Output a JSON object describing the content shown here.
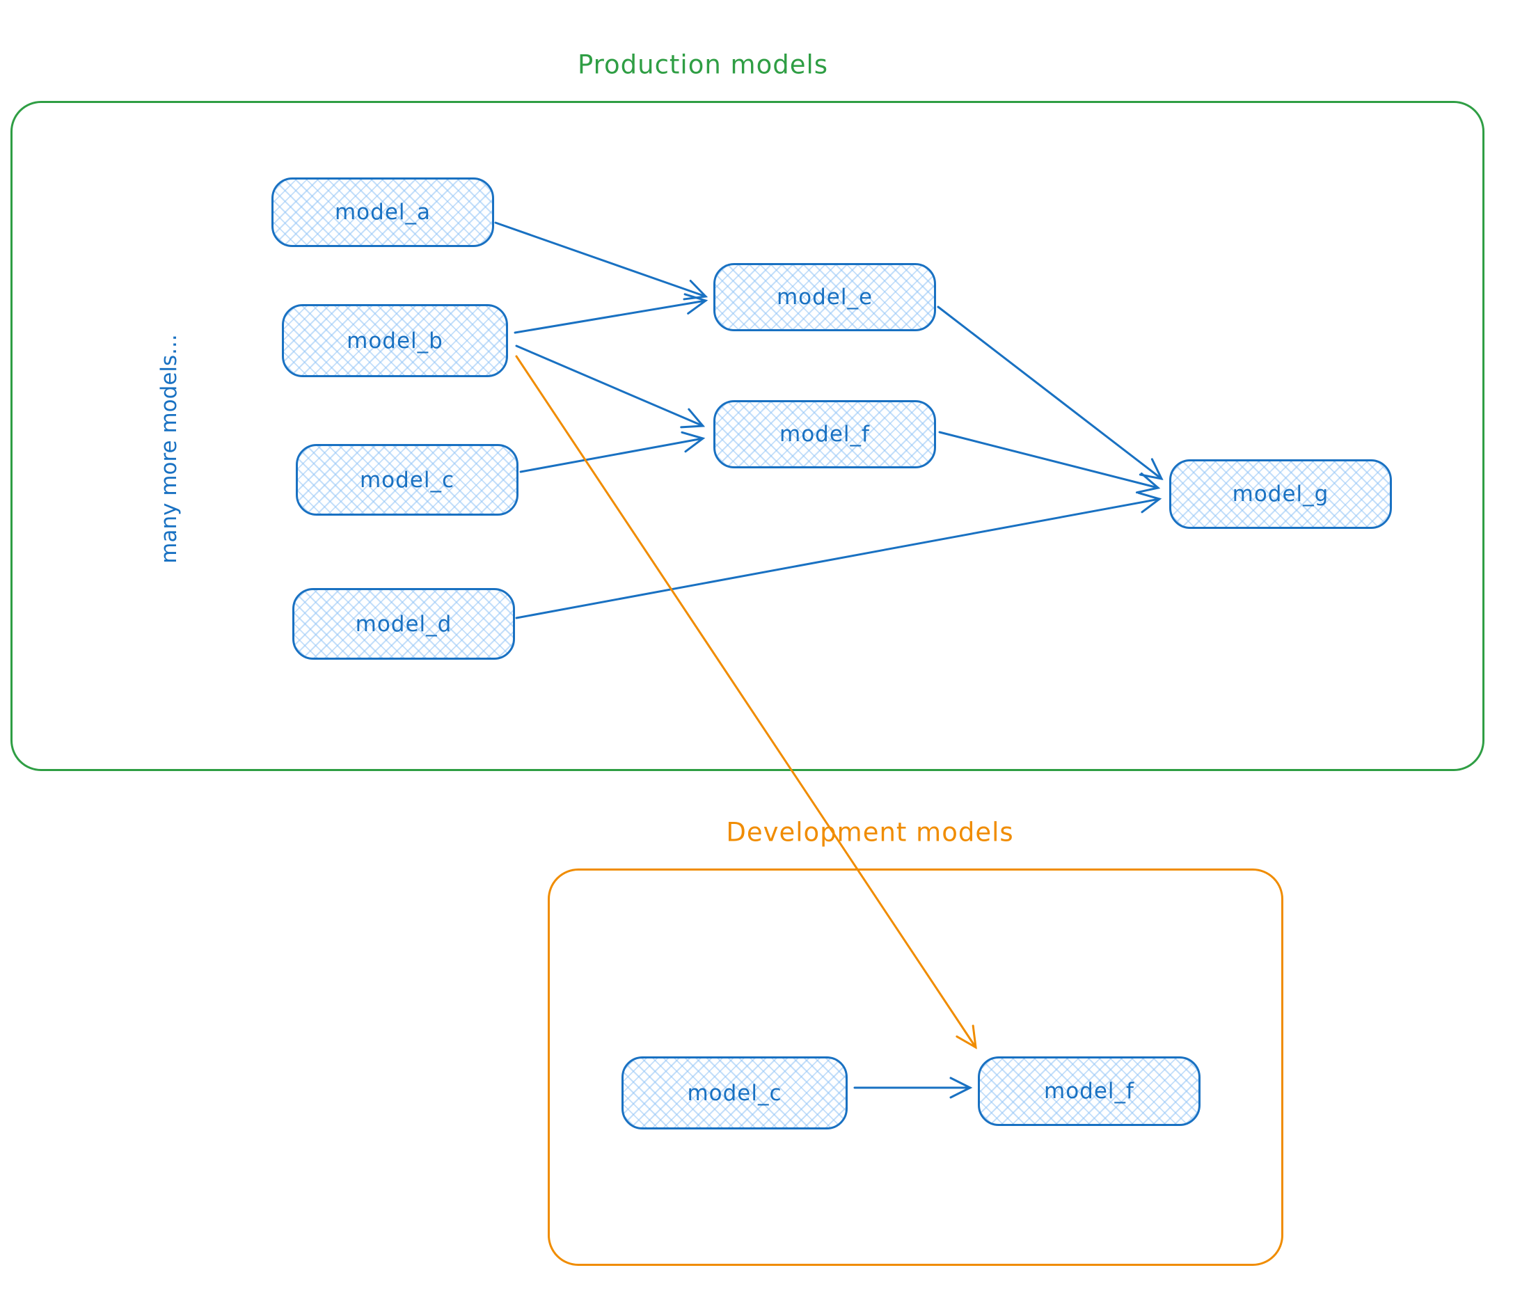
{
  "production": {
    "title": "Production models",
    "side_note": "many more models...",
    "nodes": [
      {
        "id": "model_a",
        "label": "model_a"
      },
      {
        "id": "model_b",
        "label": "model_b"
      },
      {
        "id": "model_c",
        "label": "model_c"
      },
      {
        "id": "model_d",
        "label": "model_d"
      },
      {
        "id": "model_e",
        "label": "model_e"
      },
      {
        "id": "model_f",
        "label": "model_f"
      },
      {
        "id": "model_g",
        "label": "model_g"
      }
    ]
  },
  "development": {
    "title": "Development models",
    "nodes": [
      {
        "id": "dev_model_c",
        "label": "model_c"
      },
      {
        "id": "dev_model_f",
        "label": "model_f"
      }
    ]
  },
  "edges": [
    {
      "from": "model_a",
      "to": "model_e",
      "color": "blue"
    },
    {
      "from": "model_b",
      "to": "model_e",
      "color": "blue"
    },
    {
      "from": "model_b",
      "to": "model_f",
      "color": "blue"
    },
    {
      "from": "model_c",
      "to": "model_f",
      "color": "blue"
    },
    {
      "from": "model_d",
      "to": "model_g",
      "color": "blue"
    },
    {
      "from": "model_e",
      "to": "model_g",
      "color": "blue"
    },
    {
      "from": "model_f",
      "to": "model_g",
      "color": "blue"
    },
    {
      "from": "dev_model_c",
      "to": "dev_model_f",
      "color": "blue"
    },
    {
      "from": "model_b",
      "to": "dev_model_f",
      "color": "orange"
    }
  ],
  "colors": {
    "blue": "#1971c2",
    "green": "#2f9e44",
    "orange": "#f08c00",
    "hatch_fill": "#93c5f6"
  }
}
